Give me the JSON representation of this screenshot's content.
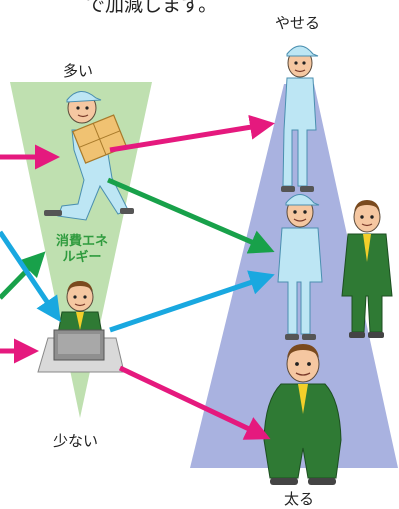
{
  "heading": "で加減します。",
  "labels": {
    "thin": "やせる",
    "fat": "太る",
    "many": "多い",
    "few": "少ない",
    "energy_line1": "消費エネ",
    "energy_line2": "ルギー"
  },
  "colors": {
    "magenta": "#e5197e",
    "green": "#18a14a",
    "cyan": "#19a8e0",
    "cone_green": "#bfe0b0",
    "cone_blue": "#a9b2e0",
    "work_clothes": "#bde6f4",
    "suit": "#2f7a34"
  }
}
